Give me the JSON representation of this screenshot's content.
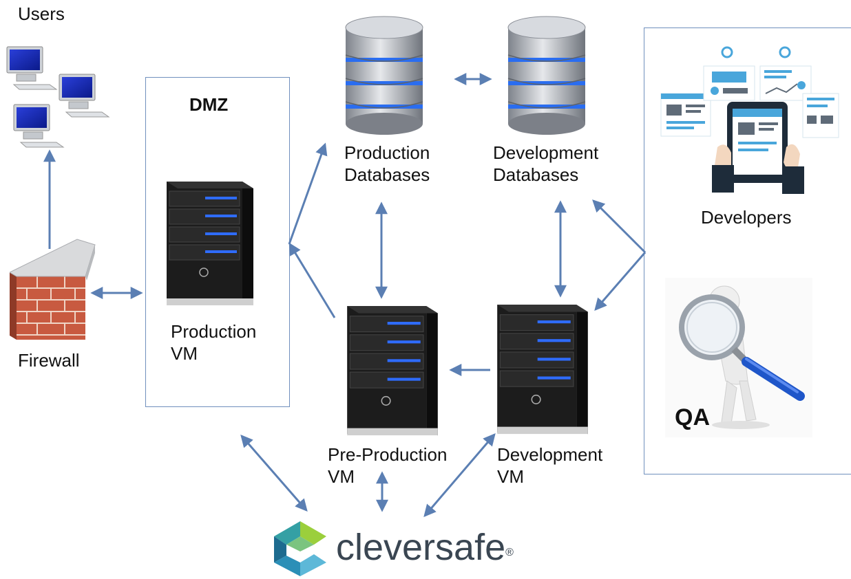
{
  "labels": {
    "users": "Users",
    "firewall": "Firewall",
    "dmz": "DMZ",
    "production_vm_1": "Production",
    "production_vm_2": "VM",
    "production_db_1": "Production",
    "production_db_2": "Databases",
    "development_db_1": "Development",
    "development_db_2": "Databases",
    "preproduction_vm_1": "Pre-Production",
    "preproduction_vm_2": "VM",
    "development_vm_1": "Development",
    "development_vm_2": "VM",
    "developers": "Developers",
    "qa": "QA",
    "brand": "cleversafe",
    "brand_mark": "®"
  },
  "colors": {
    "arrow": "#5b7fb3",
    "box_border": "#6f8fbd",
    "server_body": "#1c1c1c",
    "server_led": "#2f6cff",
    "db_silver": "#b9bcc2",
    "db_blue": "#2a6df0",
    "brick": "#c85a40",
    "brand_text": "#3a4652"
  },
  "icons": {
    "users": "desktop-computer-icon",
    "firewall": "brick-wall-icon",
    "server": "server-tower-icon",
    "database": "database-cylinder-icon",
    "developers": "tablet-dashboard-icon",
    "qa": "magnifying-glass-figure-icon",
    "brand": "cleversafe-logo-icon"
  }
}
